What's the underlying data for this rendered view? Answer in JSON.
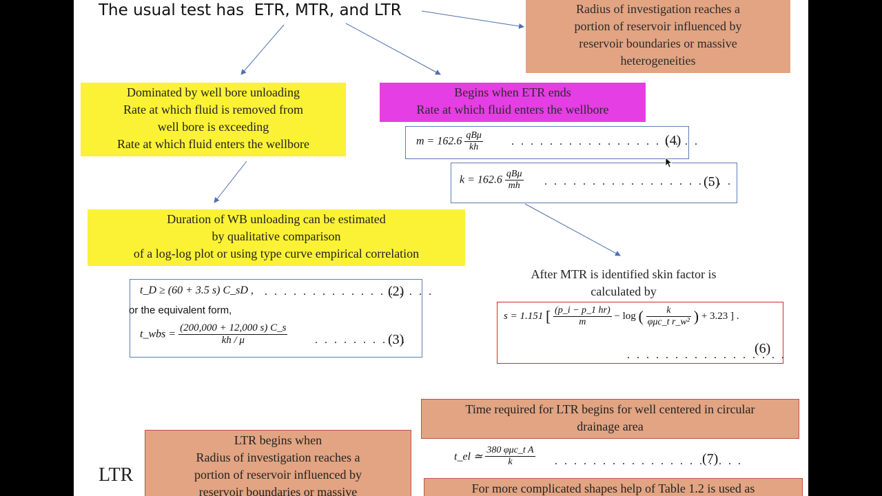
{
  "title": "The usual test has  ETR, MTR, and LTR",
  "ltr_side_label": "LTR",
  "boxes": {
    "radius_top": [
      "Radius of investigation reaches a",
      "portion of reservoir influenced by",
      "reservoir boundaries or massive",
      "heterogeneities"
    ],
    "etr": [
      "Dominated by well bore unloading",
      "Rate at which fluid is removed from",
      "well bore is exceeding",
      "Rate at which fluid enters the wellbore"
    ],
    "mtr": [
      "Begins when ETR ends",
      "Rate at which fluid enters the wellbore"
    ],
    "duration": [
      "Duration of WB unloading can be estimated",
      "by qualitative comparison",
      "of a log-log plot or using type curve empirical correlation"
    ],
    "skin": [
      "After MTR is identified skin factor is",
      "calculated by"
    ],
    "ltr_time": [
      "Time required for LTR begins for well centered in circular",
      "drainage area"
    ],
    "ltr_begins": [
      "LTR begins when",
      "Radius of investigation reaches a",
      "portion of reservoir influenced by",
      "reservoir boundaries or massive"
    ],
    "complicated": "For more complicated shapes help of Table 1.2 is used as"
  },
  "equations": {
    "eq4": {
      "lhs": "m = 162.6",
      "num": "qBμ",
      "den": "kh",
      "dots": ". . . . . . . . . . . . . . . . . . . .",
      "label": "(4)"
    },
    "eq5": {
      "lhs": "k = 162.6",
      "num": "qBμ",
      "den": "mh",
      "dots": ". . . . . . . . . . . . . . . . . . . .",
      "label": "(5)"
    },
    "eq2": {
      "text": "t_D ≥ (60 + 3.5 s) C_sD ,",
      "dots": ". . . . . . . . . . . . . . . . . .",
      "label": "(2)"
    },
    "eq_equiv": "or the equivalent form,",
    "eq3": {
      "lhs": "t_wbs =",
      "num": "(200,000 + 12,000 s) C_s",
      "den": "kh / μ",
      "dots": ". . . . . . . . . .",
      "label": "(3)"
    },
    "eq6": {
      "lhs": "s = 1.151",
      "num1": "(p_i − p_1 hr)",
      "den1": "m",
      "mid": "− log",
      "num2": "k",
      "den2": "φμc_t r_w²",
      "tail": "+ 3.23 ] .",
      "dots": ". . . . . . . . . . . . . . . . .",
      "label": "(6)"
    },
    "eq7": {
      "lhs": "t_el ≃",
      "num": "380 φμc_t A",
      "den": "k",
      "dots": ". . . . . . . . . . . . . . . . . . . .",
      "label": "(7)"
    }
  }
}
